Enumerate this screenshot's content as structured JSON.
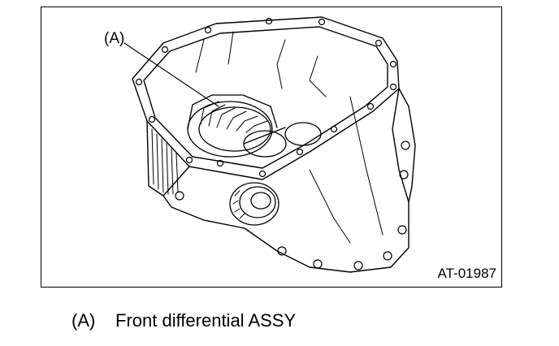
{
  "figure": {
    "callout_label": "(A)",
    "figure_code": "AT-01987"
  },
  "legend": [
    {
      "key": "(A)",
      "text": "Front differential ASSY"
    }
  ]
}
